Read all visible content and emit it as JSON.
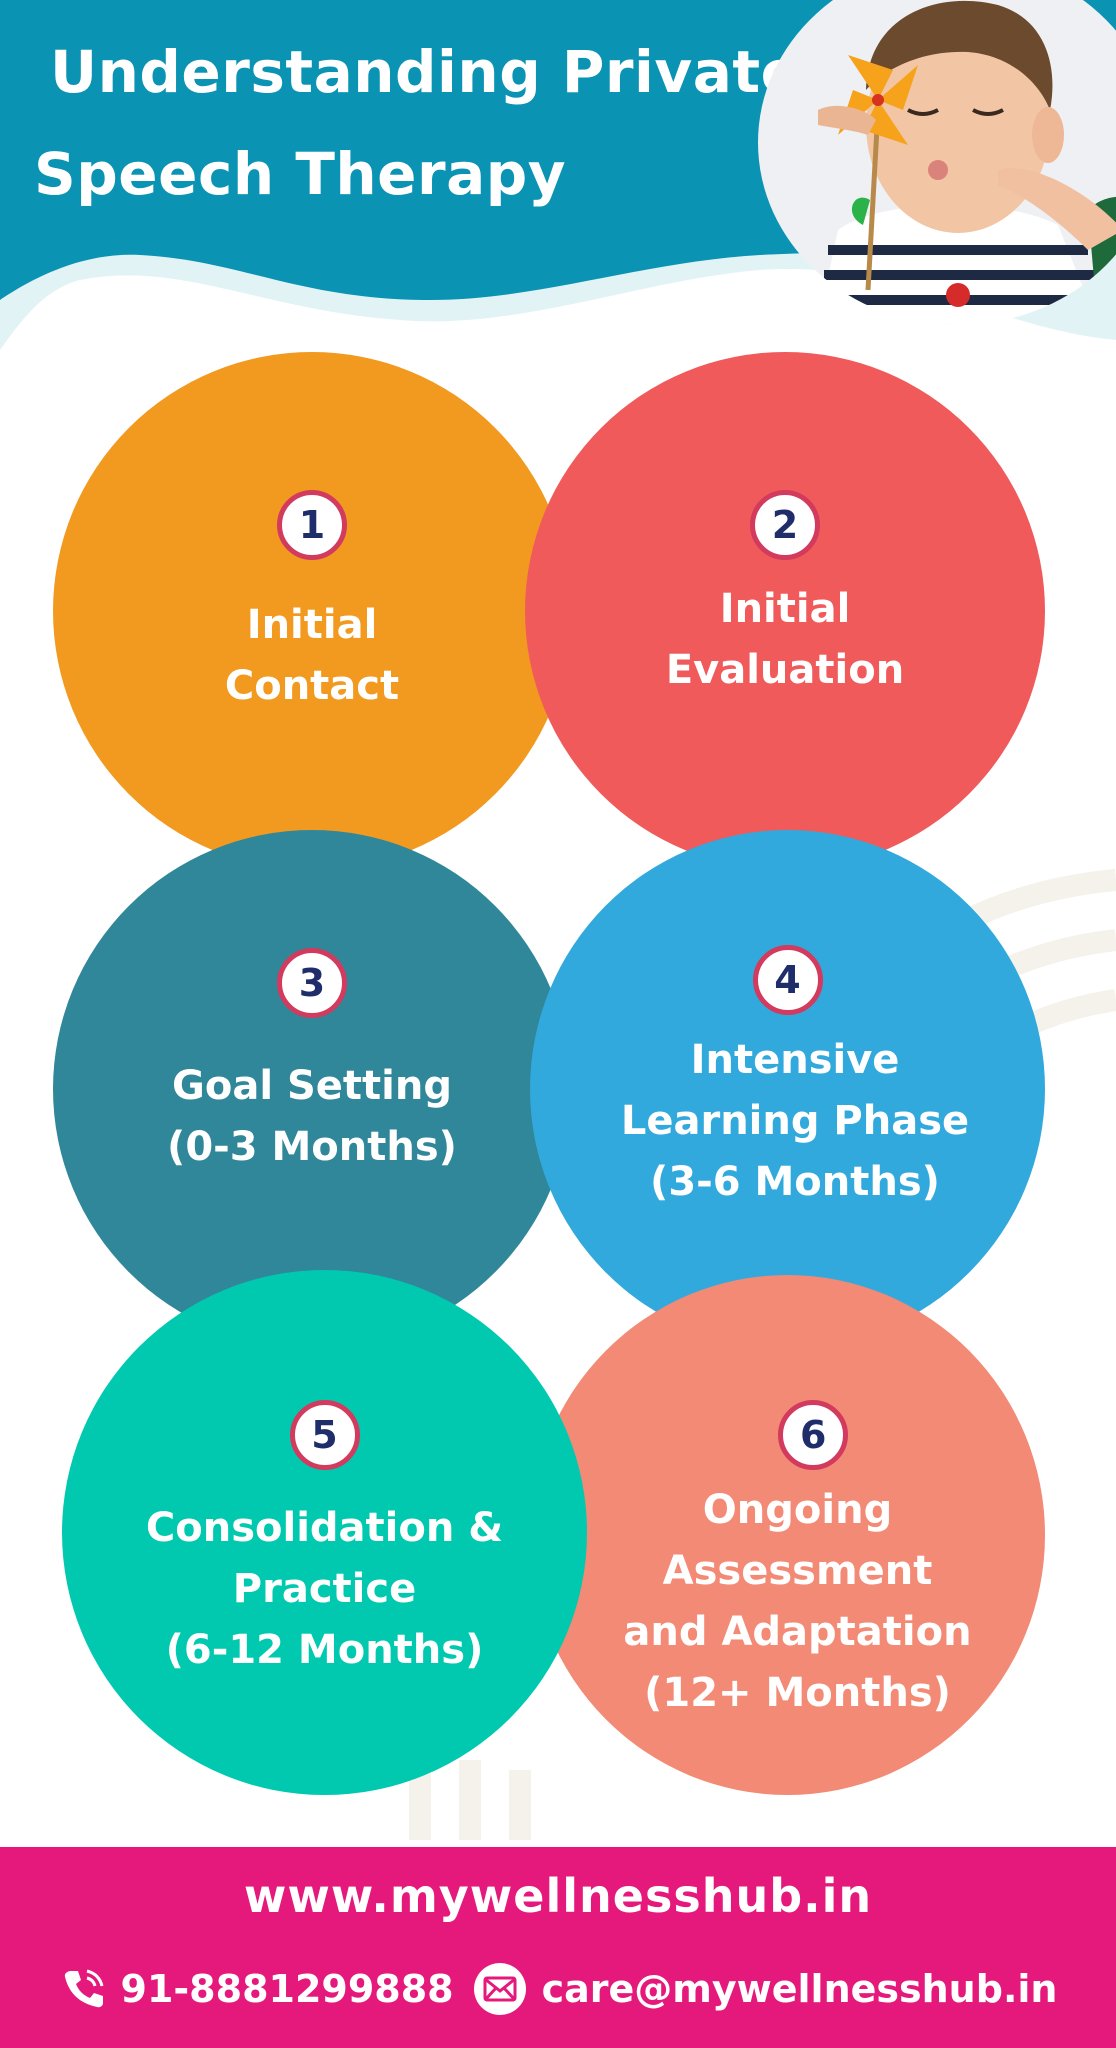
{
  "header": {
    "title_line1": "Understanding Private",
    "title_line2": "Speech Therapy",
    "bg_color": "#0a93b3",
    "wave_color": "#e2f3f6"
  },
  "steps": [
    {
      "number": "1",
      "label": "Initial\nContact",
      "color": "#f29a20"
    },
    {
      "number": "2",
      "label": "Initial\nEvaluation",
      "color": "#f05a5a"
    },
    {
      "number": "3",
      "label": "Goal Setting\n(0-3 Months)",
      "color": "#2f8799"
    },
    {
      "number": "4",
      "label": "Intensive\nLearning Phase\n(3-6 Months)",
      "color": "#32a9dc"
    },
    {
      "number": "5",
      "label": "Consolidation &\nPractice\n(6-12 Months)",
      "color": "#00c9b0"
    },
    {
      "number": "6",
      "label": "Ongoing\nAssessment\nand Adaptation\n(12+ Months)",
      "color": "#f28a75"
    }
  ],
  "footer": {
    "website": "www.mywellnesshub.in",
    "phone": "91-8881299888",
    "email": "care@mywellnesshub.in",
    "phone_icon": "phone-icon",
    "email_icon": "envelope-icon",
    "bg_color": "#e5197b"
  }
}
